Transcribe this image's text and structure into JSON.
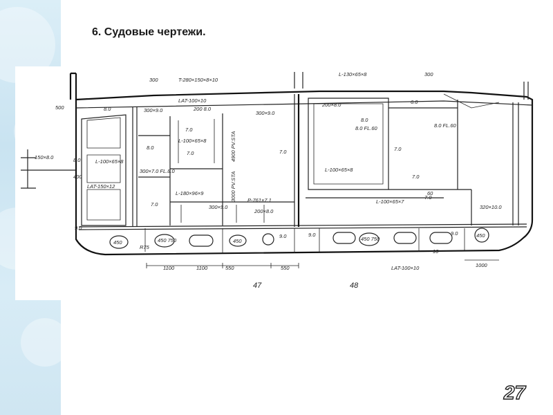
{
  "slide": {
    "title": "6. Судовые чертежи.",
    "page_number": "27"
  },
  "drawing": {
    "labels": {
      "t_beam": "T-280×150×8×10",
      "l_top_right": "L-130×65×8",
      "dim_300_left": "300",
      "dim_300_right": "300",
      "dim_500": "500",
      "lat_top": "LAT-100×10",
      "plate_200_80": "200 8.0",
      "plate_300_90_a": "300×9.0",
      "plate_300_90_b": "300×9.0",
      "plate_300_90_c": "300×9.0",
      "plate_200_80_right": "200×8.0",
      "p60_right": "6.0",
      "p80_a": "8.0",
      "p80_b": "8.0",
      "p80_c": "8.0",
      "p80_d": "8.0",
      "p80_e": "8.0",
      "p80_fl60_right": "8.0 FL.60",
      "p80_fl60_mid": "8.0 FL.60",
      "p70_a": "7.0",
      "p70_b": "7.0",
      "p70_c": "7.0",
      "p70_d": "7.0",
      "p70_e": "7.0",
      "p70_f": "7.0",
      "p70_g": "7.0",
      "l100_65_8_a": "L-100×65×8",
      "l100_65_8_b": "L-100×65×8",
      "l100_65_8_c": "L-100×65×8",
      "l100_65_7": "L-100×65×7",
      "l180_96_9": "L-180×96×9",
      "lat_150_12": "LAT-150×12",
      "pv_4900": "4900 PV.STA",
      "pv_3000": "3000 PV.STA",
      "p300_70_fl80": "300×7.0 FL.8.0",
      "p761_71": "P-761×7.1",
      "p200_80_low": "200×8.0",
      "p320_100": "320×10.0",
      "p80_60": "60",
      "side_150": "150×8.0",
      "p400": "400",
      "p90_left": "9.0",
      "p90_mid": "9.0",
      "p90_r1": "9.0",
      "p90_r2": "9.0",
      "hole_450_a": "450",
      "hole_450_750_a": "450 750",
      "hole_450_b": "450",
      "hole_450_750_b": "450 750",
      "hole_450_c": "450",
      "r75": "R75",
      "dim_1100_a": "1100",
      "dim_1100_b": "1100",
      "dim_550_a": "550",
      "dim_550_b": "550",
      "lat_bottom": "LAT-100×10",
      "dim_1000": "1000",
      "frame_47": "47",
      "frame_48": "48",
      "p10": "10"
    }
  }
}
